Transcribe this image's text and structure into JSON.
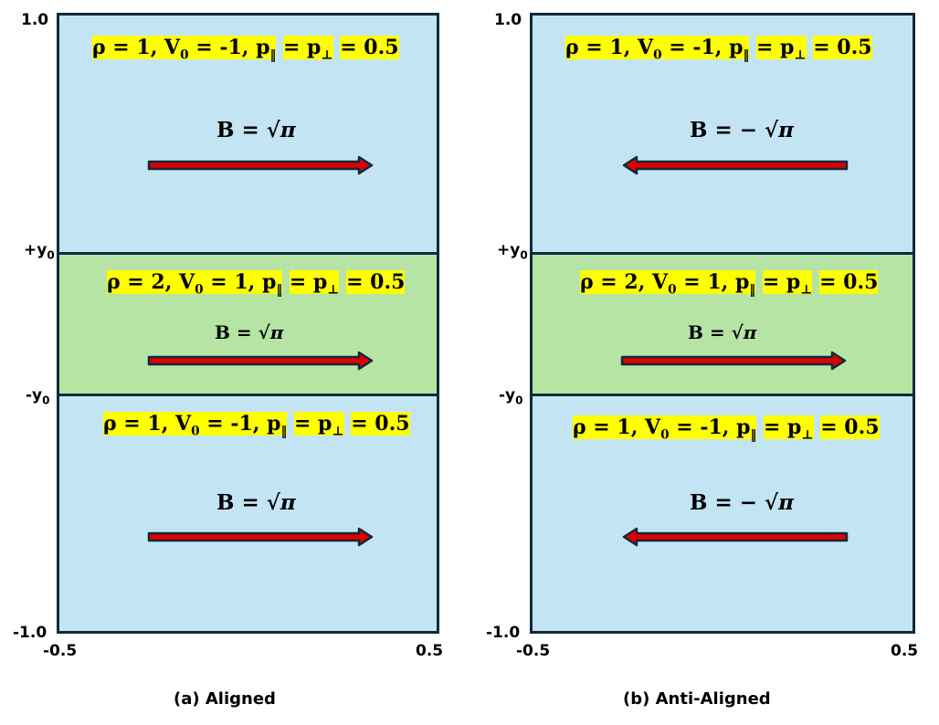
{
  "panels": [
    {
      "caption": "(a) Aligned",
      "ticks": {
        "y_top": "1.0",
        "y_plus": "+y",
        "y_minus": "-y",
        "sub": "0",
        "y_bottom": "-1.0",
        "x_left": "-0.5",
        "x_right": "0.5"
      },
      "regions": [
        {
          "rho": "ρ = 1, V",
          "v": " = -1, p",
          "eq": " = p",
          "val": " = 0.5",
          "B": "B = √",
          "pi": "π",
          "arrow": "right"
        },
        {
          "rho": "ρ = 2, V",
          "v": " = 1, p",
          "eq": " = p",
          "val": " = 0.5",
          "B": "B = √",
          "pi": "π",
          "arrow": "right"
        },
        {
          "rho": "ρ = 1, V",
          "v": " = -1, p",
          "eq": " = p",
          "val": " = 0.5",
          "B": "B = √",
          "pi": "π",
          "arrow": "right"
        }
      ]
    },
    {
      "caption": "(b) Anti-Aligned",
      "ticks": {
        "y_top": "1.0",
        "y_plus": "+y",
        "y_minus": "-y",
        "sub": "0",
        "y_bottom": "-1.0",
        "x_left": "-0.5",
        "x_right": "0.5"
      },
      "regions": [
        {
          "rho": "ρ = 1, V",
          "v": " = -1, p",
          "eq": " = p",
          "val": " = 0.5",
          "B": "B = − √",
          "pi": "π",
          "arrow": "left"
        },
        {
          "rho": "ρ = 2, V",
          "v": " = 1, p",
          "eq": " = p",
          "val": " = 0.5",
          "B": "B = √",
          "pi": "π",
          "arrow": "right"
        },
        {
          "rho": "ρ = 1, V",
          "v": " = -1, p",
          "eq": " = p",
          "val": " = 0.5",
          "B": "B = − √",
          "pi": "π",
          "arrow": "left"
        }
      ]
    }
  ],
  "subscripts": {
    "v0": "0",
    "par": "‖",
    "perp": "⊥"
  },
  "colors": {
    "outer": "#c3e4f3",
    "inner": "#b5e4a5",
    "highlight": "#ffff00",
    "arrow_fill": "#e00000",
    "frame": "#0f2a3a"
  }
}
